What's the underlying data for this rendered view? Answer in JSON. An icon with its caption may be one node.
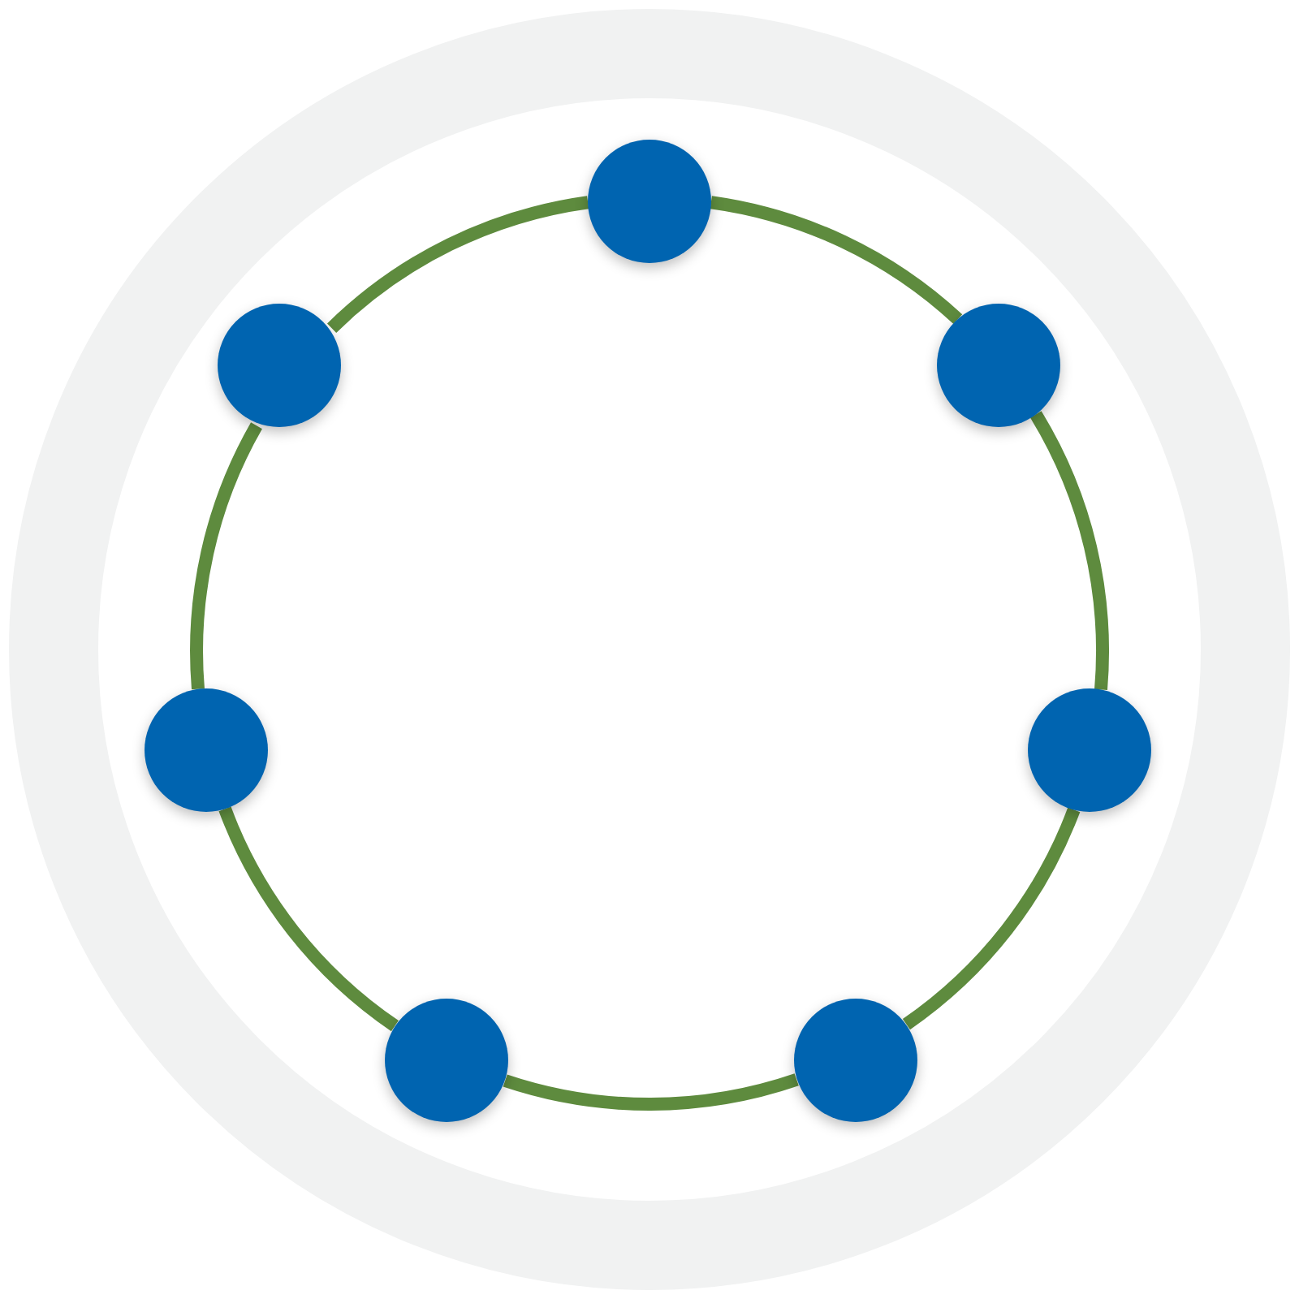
{
  "diagram": {
    "nodes": [
      {
        "text": [],
        "shape": "circle"
      },
      {
        "text": [],
        "shape": "circle"
      },
      {
        "text": [],
        "shape": "circle"
      },
      {
        "text": [],
        "shape": "circle"
      },
      {
        "text": [],
        "shape": "circle"
      },
      {
        "text": [],
        "shape": "circle"
      },
      {
        "text": [],
        "shape": "circle"
      }
    ],
    "edges": [
      {
        "from": 0,
        "to": 2,
        "arrow": "none"
      },
      {
        "from": 2,
        "to": 4,
        "arrow": "none"
      },
      {
        "from": 4,
        "to": 6,
        "arrow": "none"
      },
      {
        "from": 6,
        "to": 5,
        "arrow": "none"
      },
      {
        "from": 5,
        "to": 3,
        "arrow": "none"
      },
      {
        "from": 3,
        "to": 1,
        "arrow": "none"
      },
      {
        "from": 1,
        "to": 0,
        "arrow": "none"
      }
    ]
  }
}
